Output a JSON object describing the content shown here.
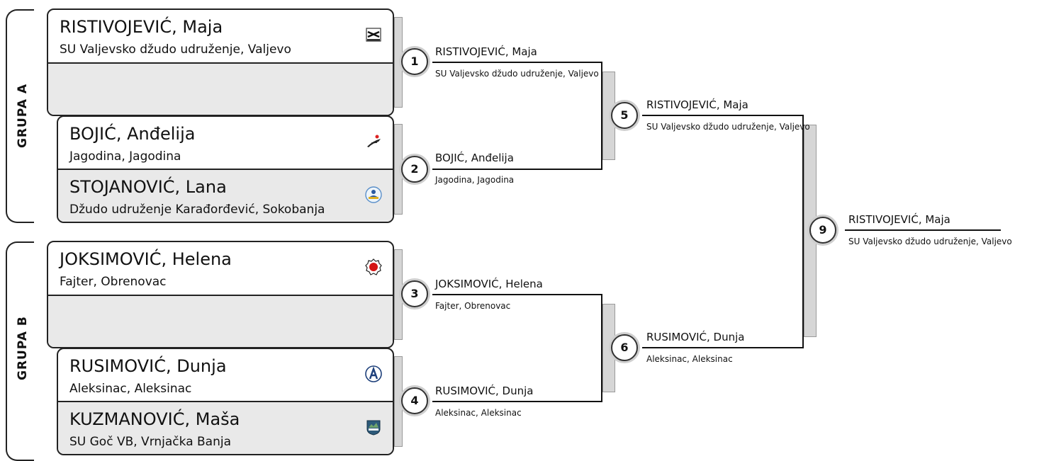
{
  "groups": [
    {
      "label": "GRUPA A"
    },
    {
      "label": "GRUPA B"
    }
  ],
  "entries": [
    {
      "name": "RISTIVOJEVIĆ, Maja",
      "club": "SU Valjevsko džudo udruženje, Valjevo",
      "logo": "valjevo-club-logo"
    },
    {
      "name": "BOJIĆ, Anđelija",
      "club": "Jagodina, Jagodina",
      "logo": "jagodina-club-logo"
    },
    {
      "name": "STOJANOVIĆ, Lana",
      "club": "Džudo udruženje Karađorđević, Sokobanja",
      "logo": "sokobanja-club-logo"
    },
    {
      "name": "JOKSIMOVIĆ, Helena",
      "club": "Fajter, Obrenovac",
      "logo": "fajter-club-logo"
    },
    {
      "name": "RUSIMOVIĆ, Dunja",
      "club": "Aleksinac, Aleksinac",
      "logo": "aleksinac-club-logo"
    },
    {
      "name": "KUZMANOVIĆ, Maša",
      "club": "SU Goč VB, Vrnjačka Banja",
      "logo": "goc-club-logo"
    }
  ],
  "matches": [
    {
      "number": "1",
      "winner": "RISTIVOJEVIĆ, Maja",
      "club": "SU Valjevsko džudo udruženje, Valjevo"
    },
    {
      "number": "2",
      "winner": "BOJIĆ, Anđelija",
      "club": "Jagodina, Jagodina"
    },
    {
      "number": "3",
      "winner": "JOKSIMOVIĆ, Helena",
      "club": "Fajter, Obrenovac"
    },
    {
      "number": "4",
      "winner": "RUSIMOVIĆ, Dunja",
      "club": "Aleksinac, Aleksinac"
    },
    {
      "number": "5",
      "winner": "RISTIVOJEVIĆ, Maja",
      "club": "SU Valjevsko džudo udruženje, Valjevo"
    },
    {
      "number": "6",
      "winner": "RUSIMOVIĆ, Dunja",
      "club": "Aleksinac, Aleksinac"
    },
    {
      "number": "9",
      "winner": "RISTIVOJEVIĆ, Maja",
      "club": "SU Valjevsko džudo udruženje, Valjevo"
    }
  ],
  "colors": {
    "bye_slot": "#e9e9e9",
    "line": "#111111",
    "tab": "#d6d6d6"
  }
}
